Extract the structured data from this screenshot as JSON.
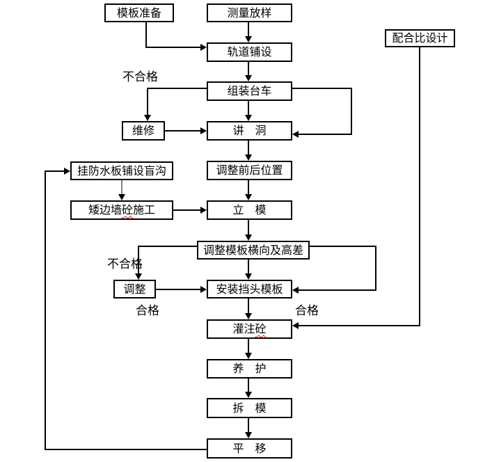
{
  "colors": {
    "background": "#ffffff",
    "line": "#000000",
    "box_border": "#000000",
    "box_fill": "#ffffff",
    "text": "#000000",
    "gray_connector": "#808080",
    "spellcheck_underline": "#ff0000"
  },
  "nodes": {
    "template_prep": {
      "label": "模板准备"
    },
    "survey_layout": {
      "label": "测量放样"
    },
    "mix_design": {
      "label": "配合比设计"
    },
    "track_laying": {
      "label": "轨道铺设"
    },
    "trolley_assembly": {
      "label": "组装台车"
    },
    "repair": {
      "label": "维修"
    },
    "enter_tunnel": {
      "label": "讲　洞"
    },
    "adjust_position": {
      "label": "调整前后位置"
    },
    "waterproof_board": {
      "label": "挂防水板铺设盲沟"
    },
    "low_wall_concrete": {
      "label_pre": "矮边墙",
      "label_marked": "砼",
      "label_post": "施工"
    },
    "erect_formwork": {
      "label": "立　模"
    },
    "adjust_lateral": {
      "label": "调整模板横向及高差"
    },
    "adjust": {
      "label": "调整"
    },
    "end_formwork": {
      "label": "安装挡头模板"
    },
    "pour_concrete": {
      "label_pre": "灌注",
      "label_marked": "砼",
      "label_post": ""
    },
    "curing": {
      "label": "养　护"
    },
    "strip_formwork": {
      "label": "拆　模"
    },
    "shift": {
      "label": "平　移"
    }
  },
  "edge_labels": {
    "unqualified_top": "不合格",
    "unqualified_mid": "不合格",
    "qualified_left": "合格",
    "qualified_right": "合格"
  }
}
